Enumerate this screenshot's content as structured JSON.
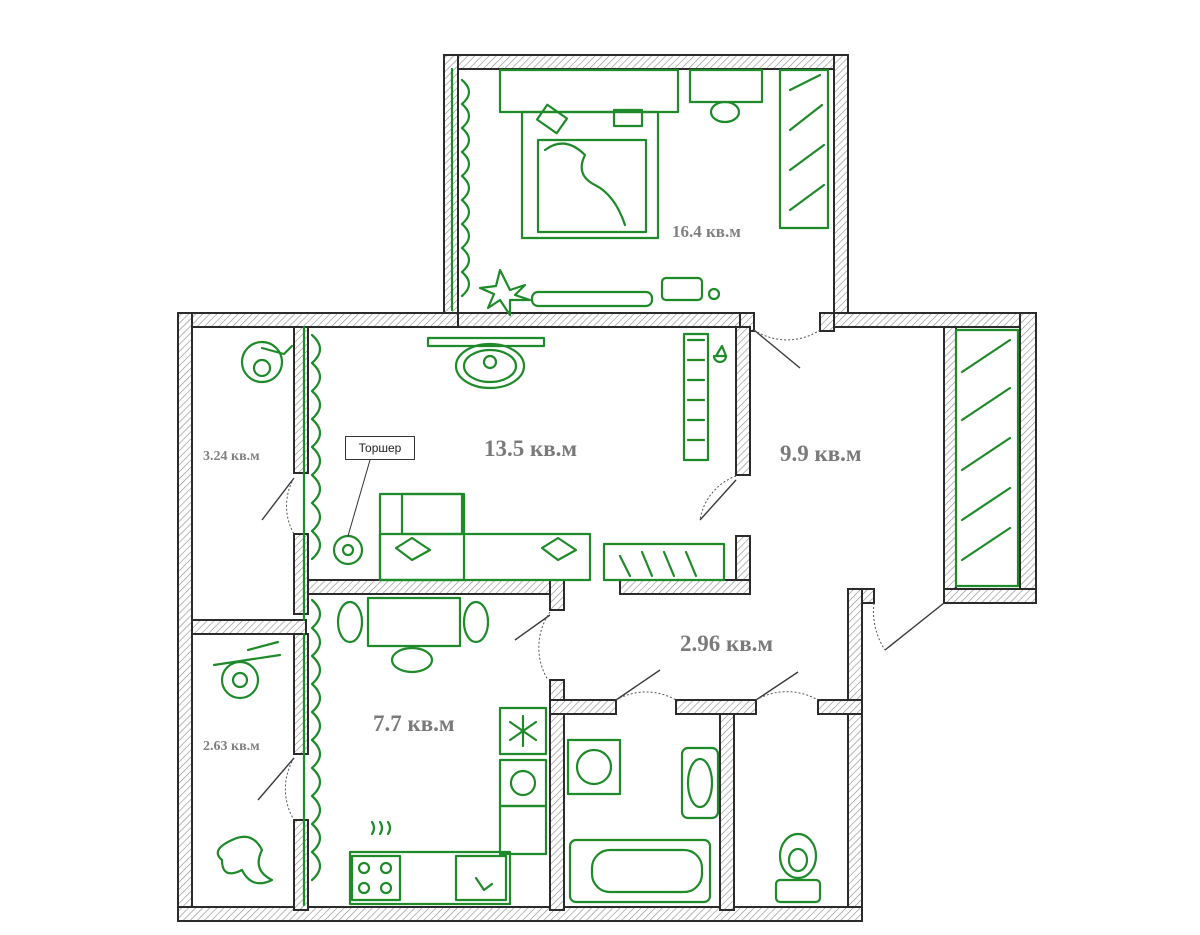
{
  "rooms": {
    "bedroom_area": "16.4 кв.м",
    "living_area": "13.5 кв.м",
    "hall_area": "9.9 кв.м",
    "corridor_area": "2.96 кв.м",
    "kitchen_area": "7.7 кв.м",
    "balcony_top_area": "3.24 кв.м",
    "balcony_bottom_area": "2.63 кв.м"
  },
  "labels": {
    "floor_lamp": "Торшер"
  },
  "colors": {
    "furniture": "#1f8a2a",
    "walls": "#2b2b2b"
  }
}
